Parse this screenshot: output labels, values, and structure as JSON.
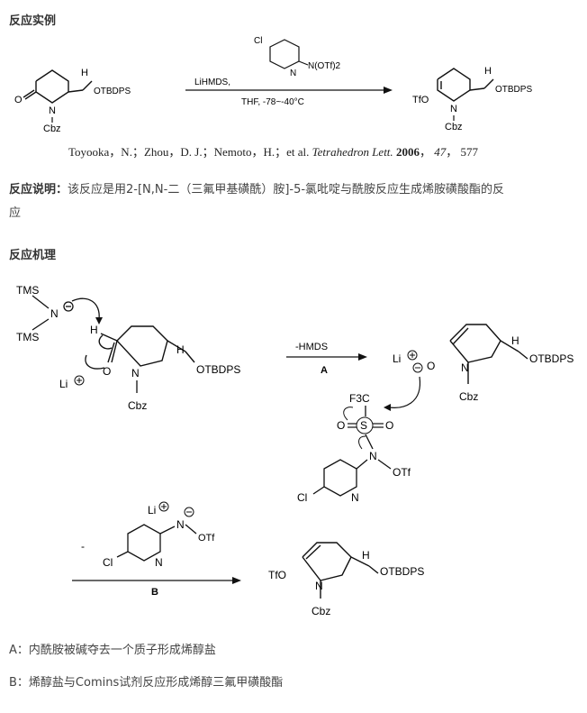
{
  "sections": {
    "example_title": "反应实例",
    "explanation_label": "反应说明：",
    "explanation_text": "该反应是用2-[N,N-二（三氟甲基磺酰）胺]-5-氯吡啶与酰胺反应生成烯胺磺酸酯的反",
    "explanation_text_cont": "应",
    "mechanism_title": "反应机理",
    "step_a": "A：内酰胺被碱夺去一个质子形成烯醇盐",
    "step_b": "B：烯醇盐与Comins试剂反应形成烯醇三氟甲磺酸酯"
  },
  "citation": {
    "authors": "Toyooka，N.；Zhou，D. J.；Nemoto，H.；et al.",
    "journal": "Tetrahedron Lett.",
    "year": "2006",
    "volume": "47",
    "pages": "577"
  },
  "scheme1": {
    "reagent_cl": "Cl",
    "reagent_n": "N",
    "reagent_group": "N(OTf)2",
    "base": "LiHMDS,",
    "conditions": "THF, -78~-40°C",
    "sm_o": "O",
    "sm_n": "N",
    "sm_h": "H",
    "sm_otbdps": "OTBDPS",
    "sm_cbz": "Cbz",
    "prod_tfo": "TfO",
    "prod_n": "N",
    "prod_h": "H",
    "prod_otbdps": "OTBDPS",
    "prod_cbz": "Cbz"
  },
  "mechanism": {
    "tms1": "TMS",
    "tms2": "TMS",
    "amide_n": "N",
    "h_alpha": "H",
    "li": "Li",
    "o": "O",
    "ring_n": "N",
    "h_stereo": "H",
    "otbdps": "OTBDPS",
    "cbz": "Cbz",
    "arrow_a_top": "-HMDS",
    "arrow_a_bottom": "A",
    "enolate_li": "Li",
    "enolate_o": "O",
    "enolate_n": "N",
    "enolate_h": "H",
    "enolate_otbdps": "OTBDPS",
    "enolate_cbz": "Cbz",
    "cf3": "F3C",
    "s": "S",
    "so_o1": "O",
    "so_o2": "O",
    "n_sulf": "N",
    "otf_n": "OTf",
    "py_cl": "Cl",
    "py_n": "N",
    "li2": "Li",
    "n2": "N",
    "otf2": "OTf",
    "py2_cl": "Cl",
    "py2_n": "N",
    "minus_sign": "-",
    "arrow_b_bottom": "B",
    "final_tfo": "TfO",
    "final_n": "N",
    "final_h": "H",
    "final_otbdps": "OTBDPS",
    "final_cbz": "Cbz"
  }
}
